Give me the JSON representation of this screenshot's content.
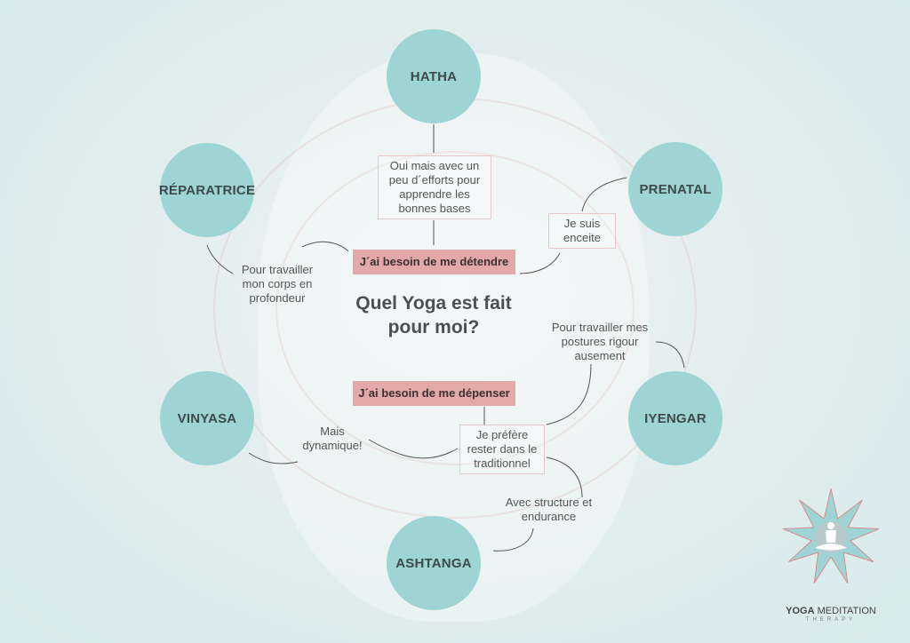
{
  "title": "Quel Yoga est fait pour moi?",
  "styles": {
    "hatha": "HATHA",
    "reparatrice": "RÉPARATRICE",
    "prenatal": "PRENATAL",
    "vinyasa": "VINYASA",
    "iyengar": "IYENGAR",
    "ashtanga": "ASHTANGA"
  },
  "needs": {
    "relax": "J´ai besoin de me détendre",
    "spend": "J´ai besoin de me dépenser"
  },
  "answers": {
    "hatha": "Oui mais avec un peu d´efforts pour apprendre les bonnes bases",
    "prenatal": "Je suis enceite",
    "reparatrice": "Pour travailler mon corps en profondeur",
    "iyengar": "Pour travailler mes postures rigour ausement",
    "traditional": "Je préfère rester dans le traditionnel",
    "vinyasa": "Mais dynamique!",
    "ashtanga": "Avec structure et endurance"
  },
  "brand": {
    "name_bold": "YOGA",
    "name": "MEDITATION",
    "sub": "THERAPY"
  },
  "colors": {
    "circle": "#9fd4d4",
    "need": "#e3a9a9",
    "box_border": "#e6c8c8"
  }
}
